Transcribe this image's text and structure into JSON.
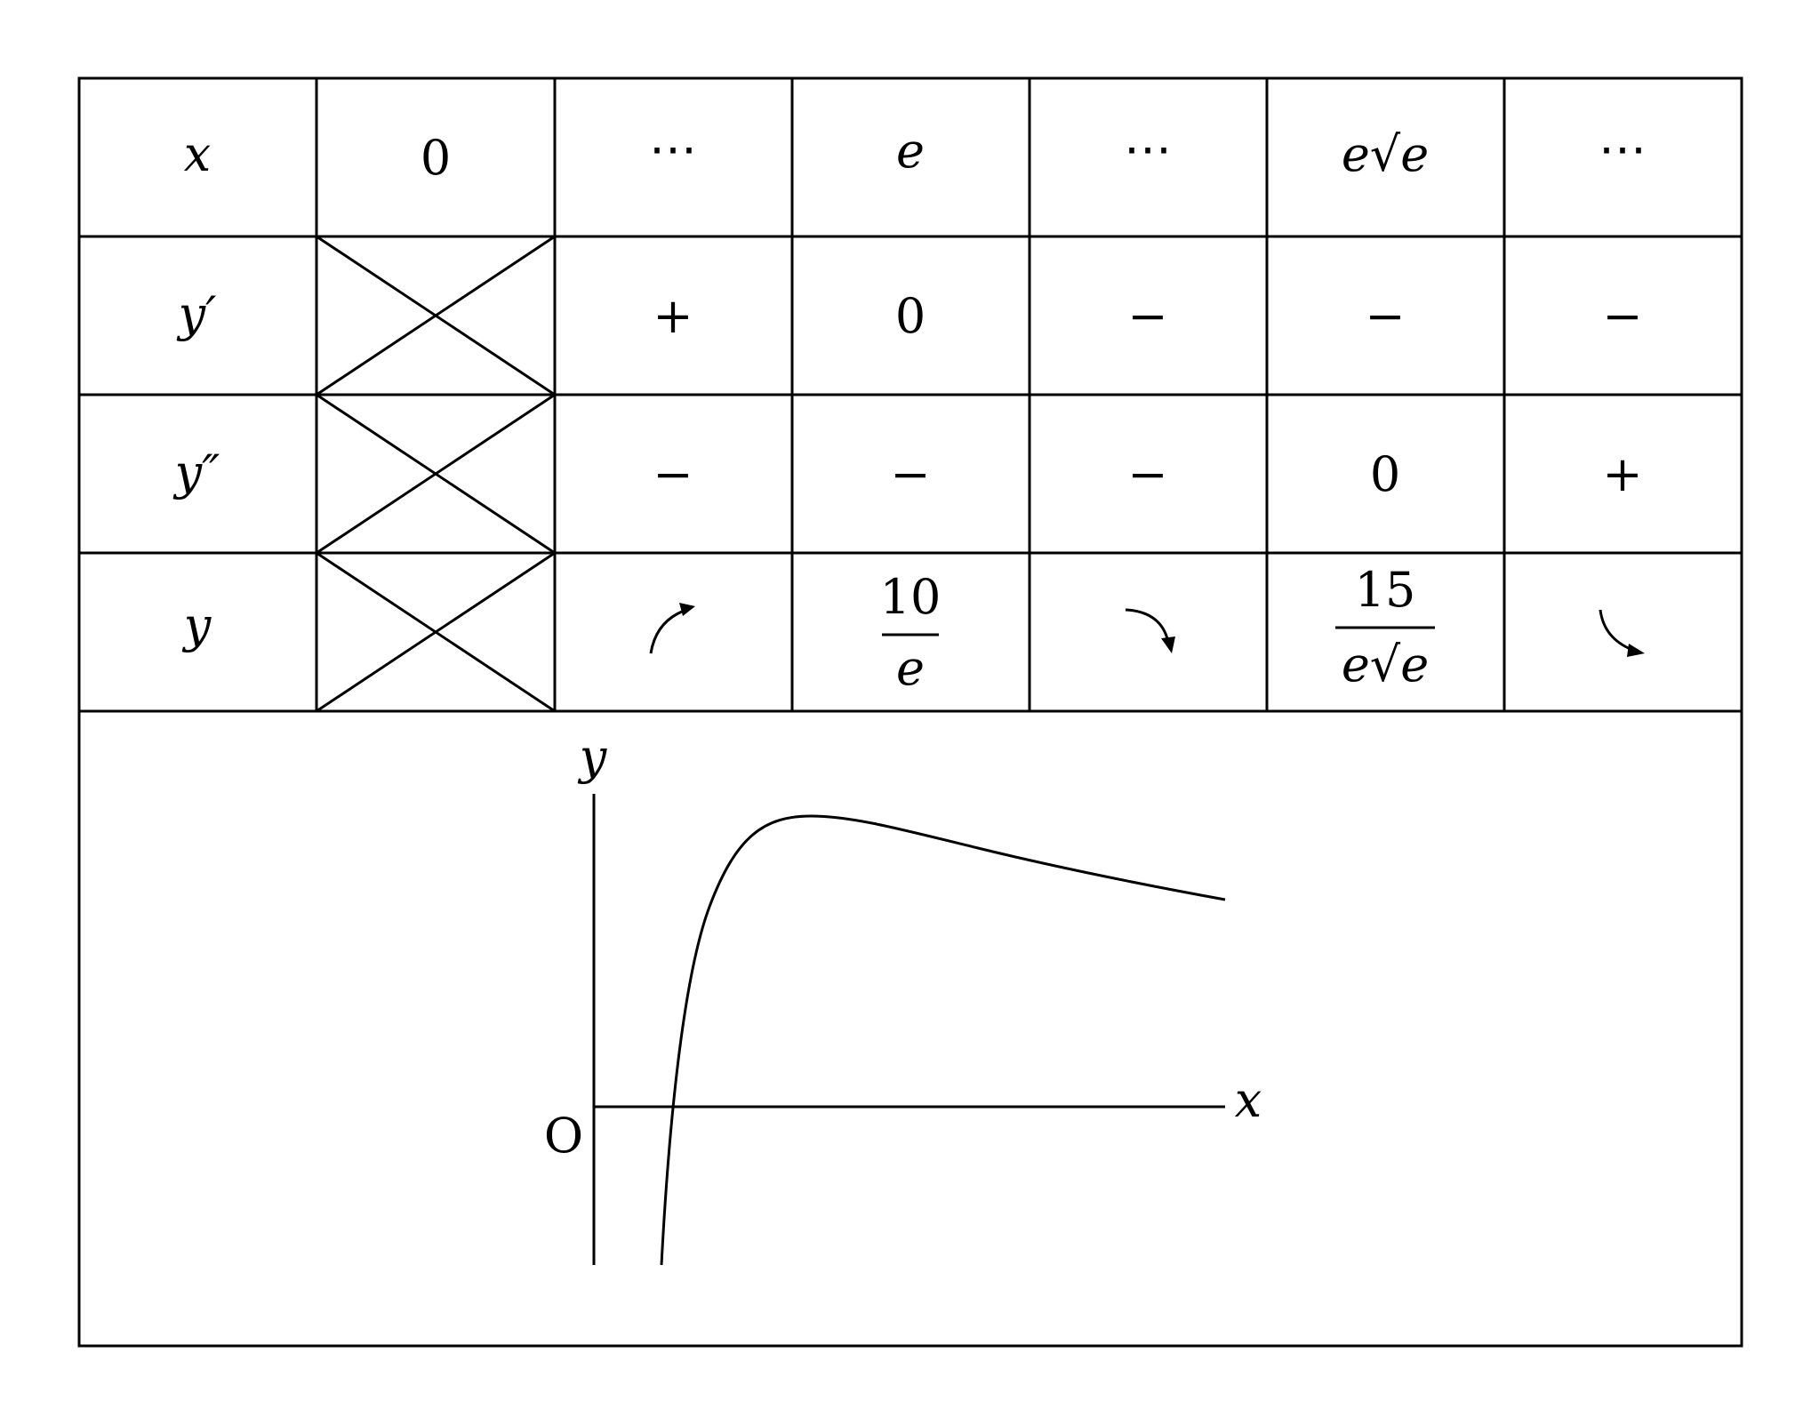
{
  "table": {
    "header_row": {
      "label": "x",
      "cells": [
        "0",
        "⋯",
        "e",
        "⋯",
        "e√e",
        "⋯"
      ]
    },
    "rows": [
      {
        "label": "y′",
        "cells": [
          "",
          "+",
          "0",
          "−",
          "−",
          "−"
        ],
        "crossed": [
          true,
          false,
          false,
          false,
          false,
          false
        ]
      },
      {
        "label": "y″",
        "cells": [
          "",
          "−",
          "−",
          "−",
          "0",
          "+"
        ],
        "crossed": [
          true,
          false,
          false,
          false,
          false,
          false
        ]
      },
      {
        "label": "y",
        "cells": [
          "",
          "arrow-up-curve",
          "10/e",
          "arrow-down-curve",
          "15/(e√e)",
          "arrow-down-concave"
        ],
        "crossed": [
          true,
          false,
          false,
          false,
          false,
          false
        ]
      }
    ],
    "fractions": {
      "ten_over_e": {
        "numerator": "10",
        "denominator": "e"
      },
      "fifteen_over_e_sqrt_e": {
        "numerator": "15",
        "denominator": "e√e"
      }
    }
  },
  "graph": {
    "y_axis_label": "y",
    "x_axis_label": "x",
    "origin_label": "O"
  }
}
